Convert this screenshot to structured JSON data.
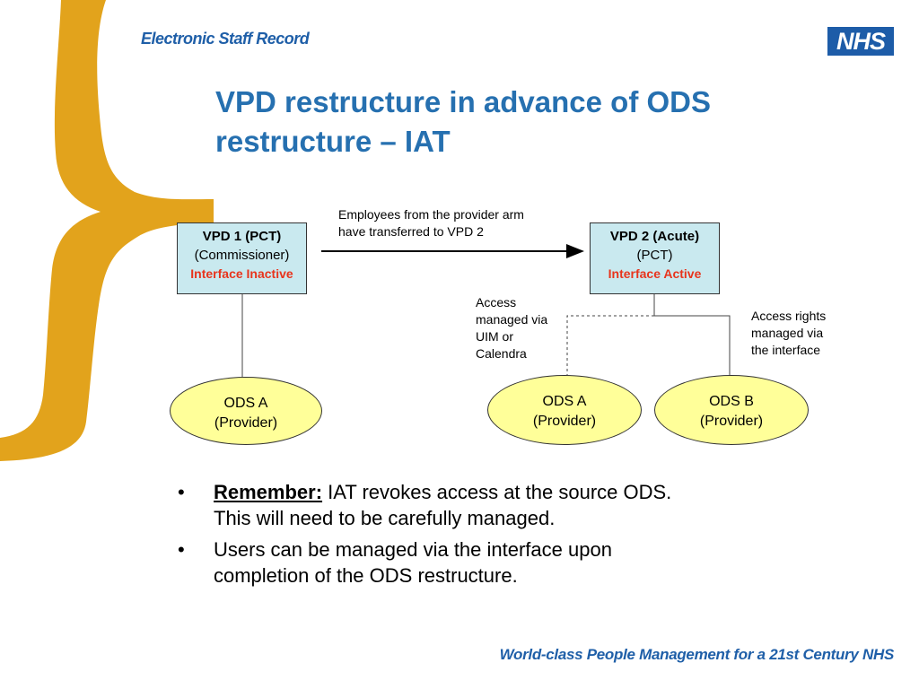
{
  "header": {
    "brand": "Electronic Staff Record",
    "logo": "NHS",
    "title_line1": "VPD restructure in advance of ODS",
    "title_line2": "restructure – IAT"
  },
  "diagram": {
    "vpd1": {
      "name": "VPD 1 (PCT)",
      "role": "(Commissioner)",
      "status": "Interface Inactive"
    },
    "vpd2": {
      "name": "VPD 2 (Acute)",
      "role": "(PCT)",
      "status": "Interface Active"
    },
    "arrow_label_line1": "Employees from the provider arm",
    "arrow_label_line2": "have transferred to VPD 2",
    "access_uim": [
      "Access",
      "managed via",
      "UIM or",
      "Calendra"
    ],
    "access_interface": [
      "Access rights",
      "managed via",
      "the interface"
    ],
    "ods_left": {
      "name": "ODS A",
      "role": "(Provider)"
    },
    "ods_mid": {
      "name": "ODS A",
      "role": "(Provider)"
    },
    "ods_right": {
      "name": "ODS B",
      "role": "(Provider)"
    }
  },
  "bullets": {
    "b1_em": "Remember:",
    "b1_line1": " IAT revokes access at the source ODS.",
    "b1_line2": "This will need to be carefully managed.",
    "b2_line1": "Users can be managed via the interface upon",
    "b2_line2": "completion of the ODS restructure.",
    "marker": "•"
  },
  "footer": {
    "tagline": "World-class People Management for a 21st Century NHS"
  },
  "colors": {
    "brand_blue": "#1f5fa8",
    "title_blue": "#2670b0",
    "brace_gold": "#e2a31c",
    "box_fill": "#c9e9ef",
    "ellipse_fill": "#ffff99",
    "status_red": "#e8341c"
  }
}
